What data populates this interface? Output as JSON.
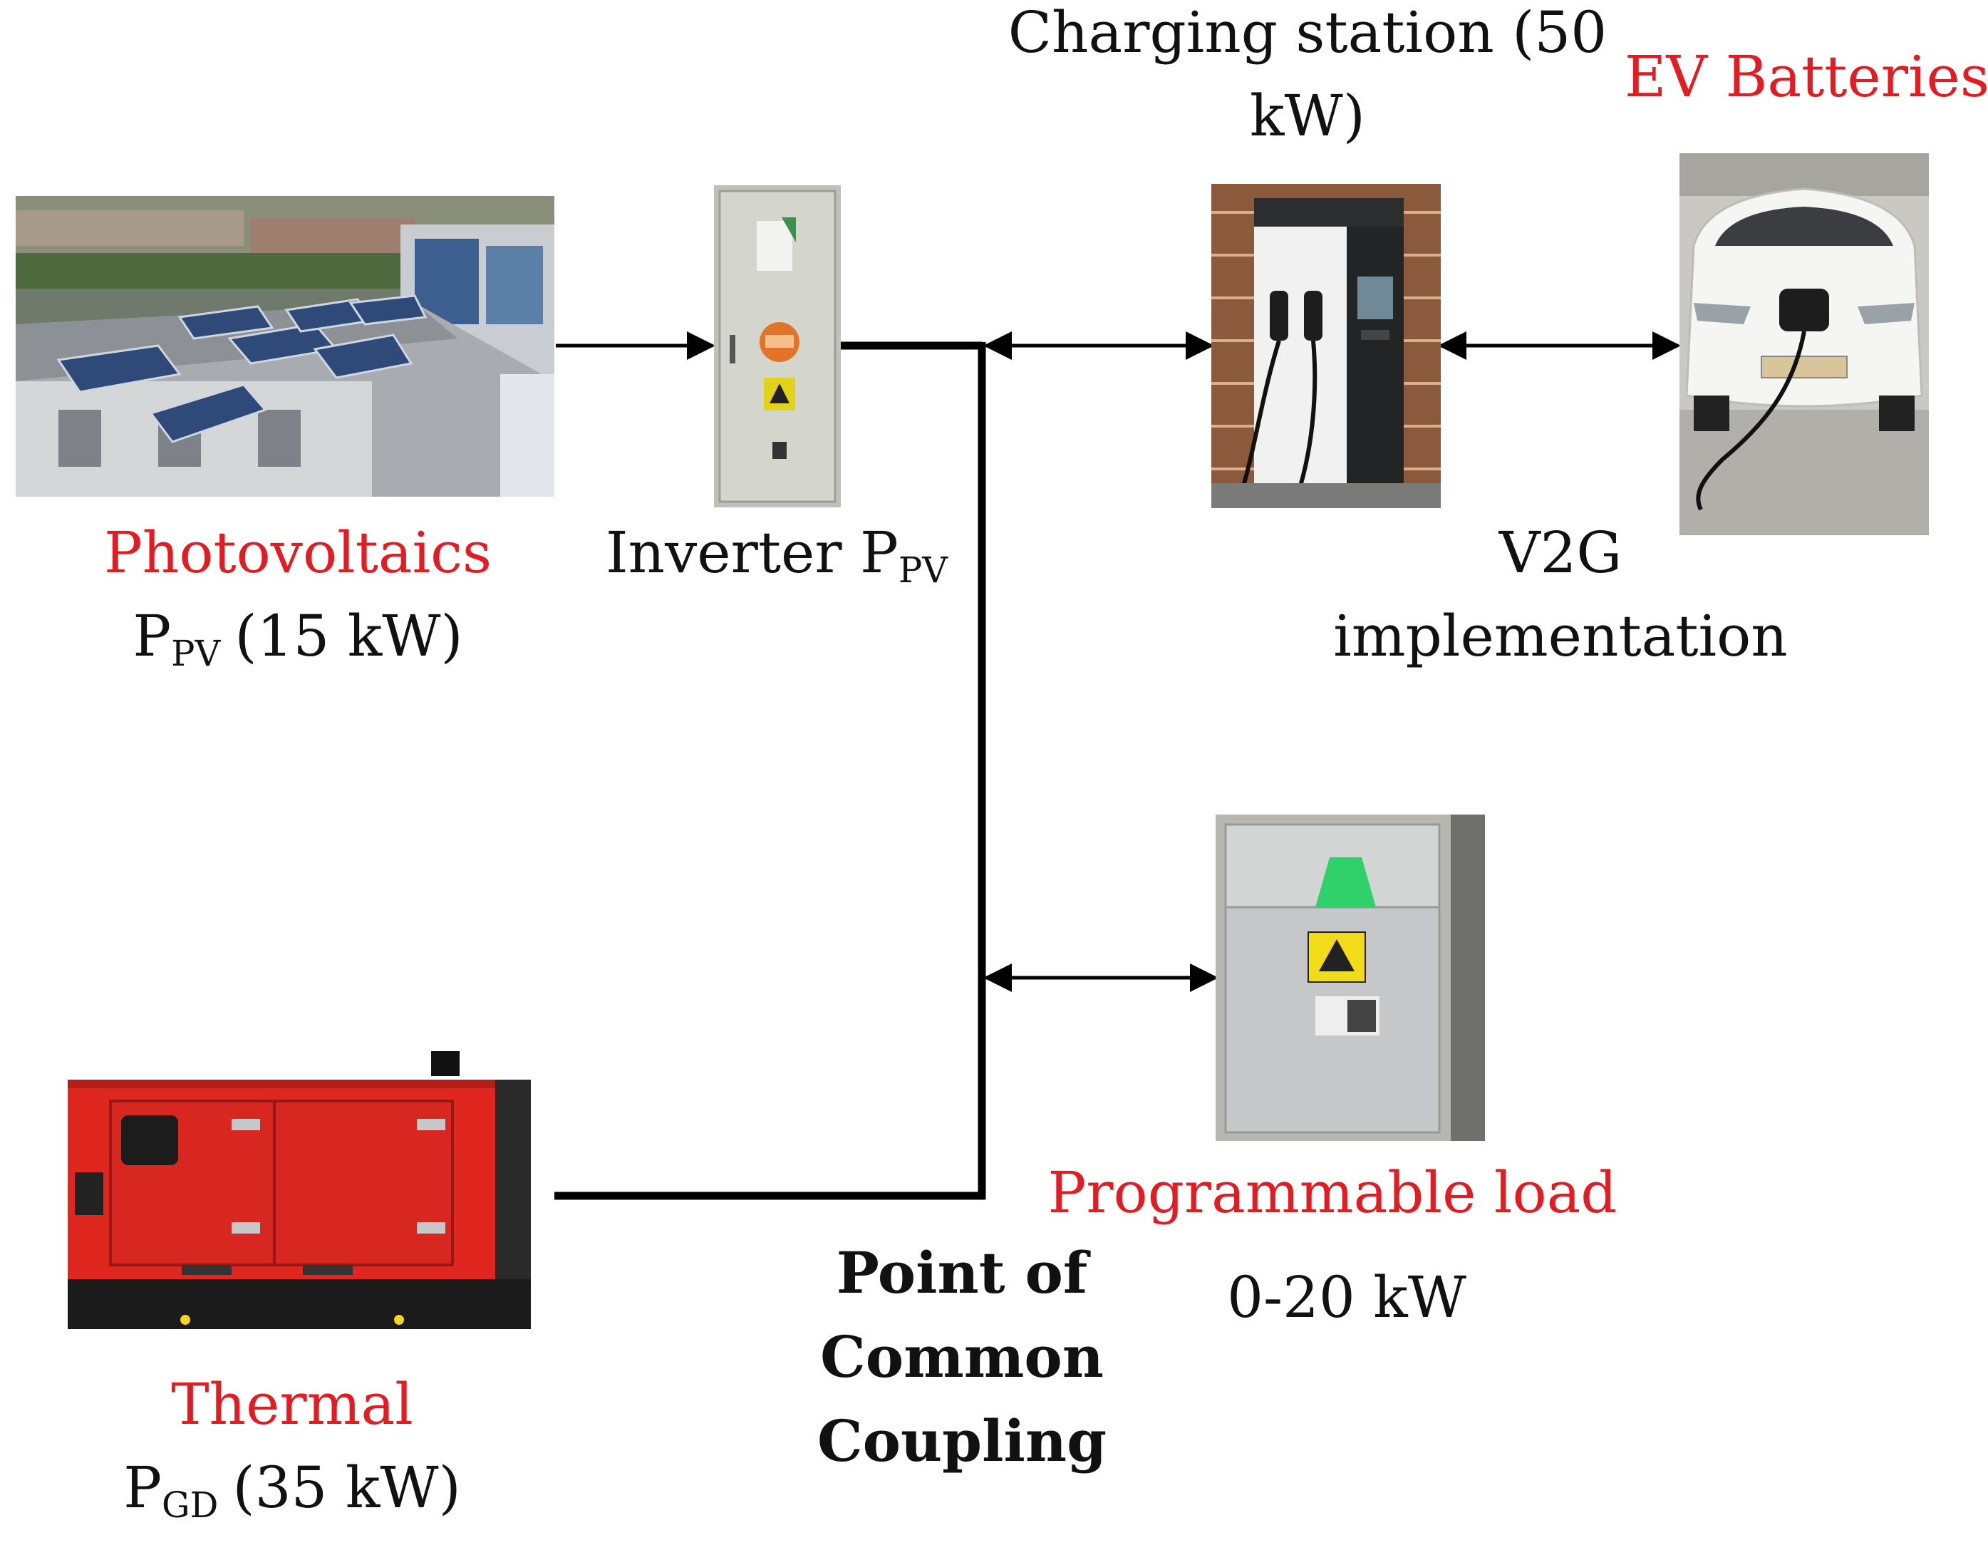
{
  "photovoltaics": {
    "title": "Photovoltaics",
    "symbol": "P",
    "subscript": "PV",
    "rating": "(15 kW)"
  },
  "inverter": {
    "label": "Inverter P",
    "subscript": "PV"
  },
  "charging_station": {
    "line1": "Charging station (50",
    "line2": "kW)"
  },
  "ev_batteries": {
    "title": "EV Batteries"
  },
  "v2g": {
    "line1": "V2G",
    "line2": "implementation"
  },
  "programmable_load": {
    "title": "Programmable load",
    "range": "0-20 kW"
  },
  "thermal": {
    "title": "Thermal",
    "symbol": "P",
    "subscript": "GD",
    "rating": "(35 kW)"
  },
  "pcc": {
    "line1": "Point of",
    "line2": "Common",
    "line3": "Coupling"
  },
  "colors": {
    "component_title": "#e31b23",
    "text": "#111111",
    "wire": "#000000"
  }
}
